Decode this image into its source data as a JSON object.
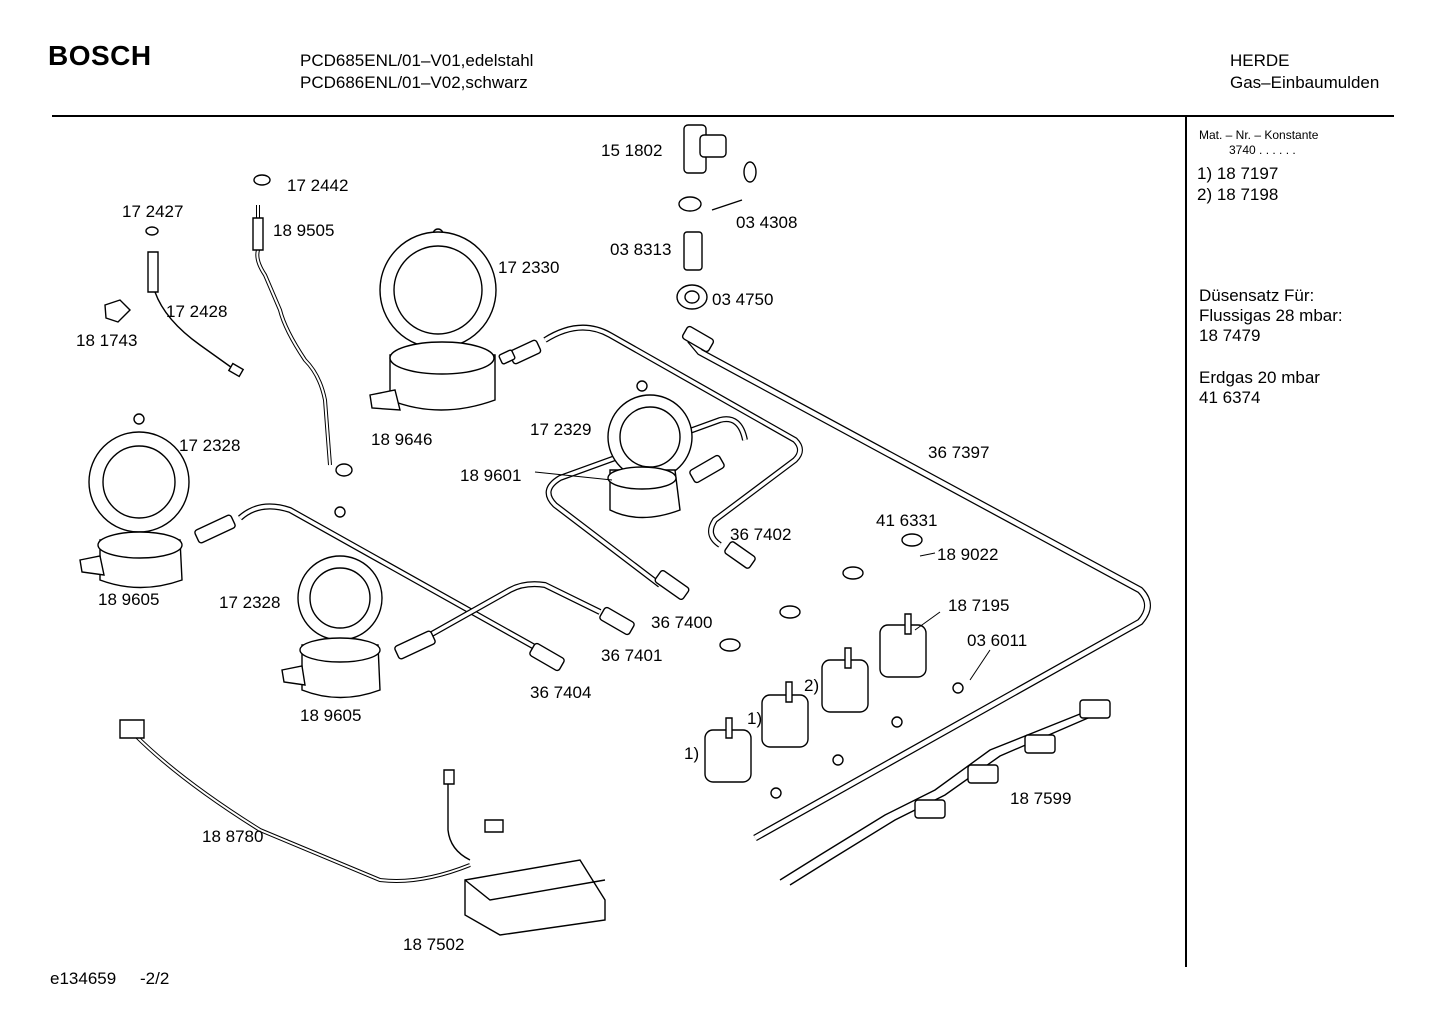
{
  "header": {
    "brand": "BOSCH",
    "model_line_1": "PCD685ENL/01–V01,edelstahl",
    "model_line_2": "PCD686ENL/01–V02,schwarz",
    "category_1": "HERDE",
    "category_2": "Gas–Einbaumulden"
  },
  "sidebar": {
    "mat_title": "Mat. – Nr. – Konstante",
    "mat_value": "3740  .  .  .  .  .  .",
    "ref_1": "1) 18 7197",
    "ref_2": "2) 18 7198",
    "nozzle_title": "Düsensatz Für:",
    "lpg_label": "Flussigas 28 mbar:",
    "lpg_value": "18 7479",
    "ng_label": "Erdgas 20 mbar",
    "ng_value": "41 6374"
  },
  "footer": {
    "doc_id": "e134659",
    "page": "-2/2"
  },
  "parts": [
    {
      "id": "p151802",
      "label": "15 1802"
    },
    {
      "id": "p172442",
      "label": "17 2442"
    },
    {
      "id": "p172427",
      "label": "17 2427"
    },
    {
      "id": "p189505",
      "label": "18 9505"
    },
    {
      "id": "p034308",
      "label": "03 4308"
    },
    {
      "id": "p038313",
      "label": "03 8313"
    },
    {
      "id": "p172330",
      "label": "17 2330"
    },
    {
      "id": "p034750",
      "label": "03 4750"
    },
    {
      "id": "p172428",
      "label": "17 2428"
    },
    {
      "id": "p181743",
      "label": "18 1743"
    },
    {
      "id": "p189646",
      "label": "18 9646"
    },
    {
      "id": "p172329",
      "label": "17 2329"
    },
    {
      "id": "p172328a",
      "label": "17 2328"
    },
    {
      "id": "p367397",
      "label": "36 7397"
    },
    {
      "id": "p189601",
      "label": "18 9601"
    },
    {
      "id": "p416331",
      "label": "41 6331"
    },
    {
      "id": "p367402",
      "label": "36 7402"
    },
    {
      "id": "p189022",
      "label": "18 9022"
    },
    {
      "id": "p189605a",
      "label": "18 9605"
    },
    {
      "id": "p172328b",
      "label": "17 2328"
    },
    {
      "id": "p187195",
      "label": "18 7195"
    },
    {
      "id": "p367400",
      "label": "36 7400"
    },
    {
      "id": "p036011",
      "label": "03 6011"
    },
    {
      "id": "p367401",
      "label": "36 7401"
    },
    {
      "id": "p189605b",
      "label": "18 9605"
    },
    {
      "id": "p367404",
      "label": "36 7404"
    },
    {
      "id": "p187599",
      "label": "18 7599"
    },
    {
      "id": "p188780",
      "label": "18 8780"
    },
    {
      "id": "p187502",
      "label": "18 7502"
    }
  ],
  "markers": [
    "1)",
    "1)",
    "2)"
  ]
}
